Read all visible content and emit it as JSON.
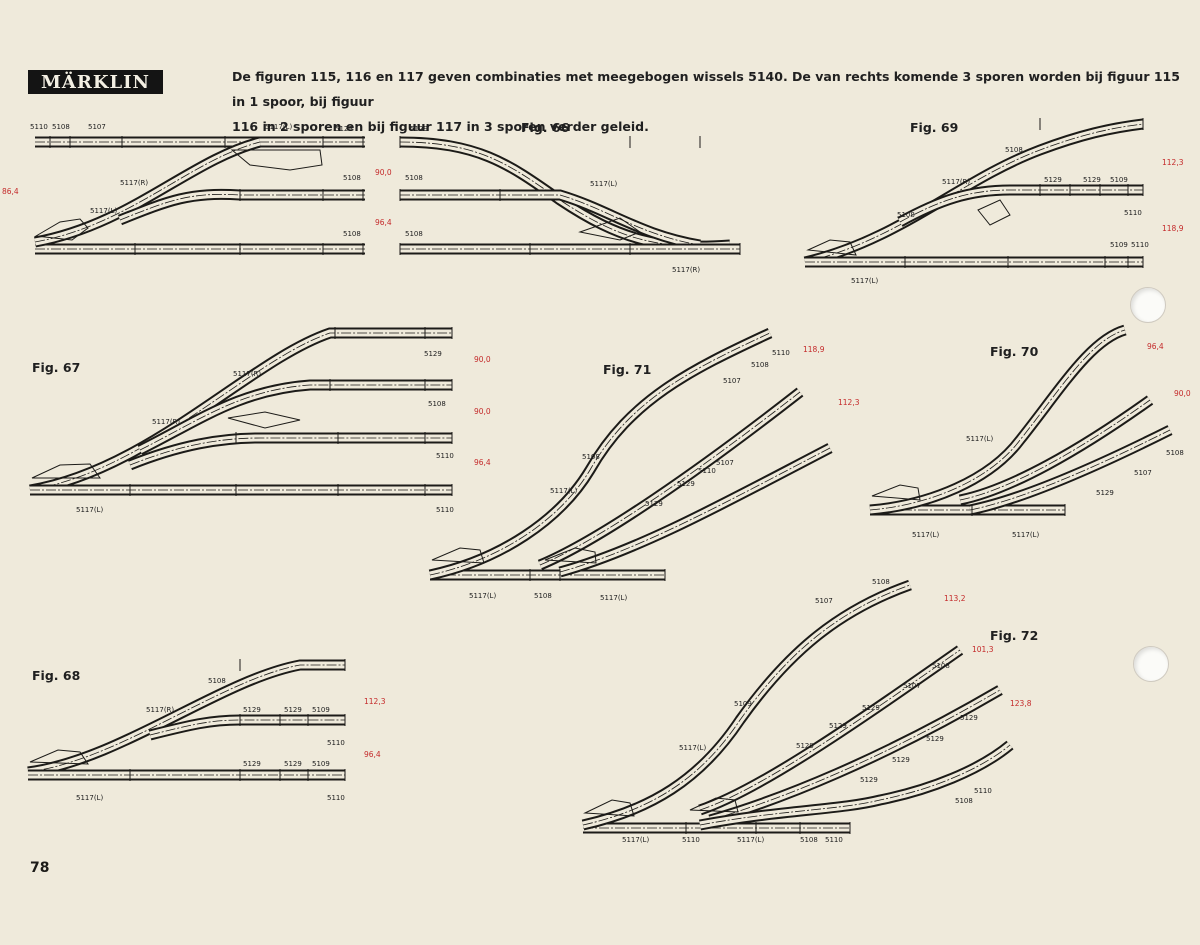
{
  "header": {
    "brand": "MÄRKLIN",
    "intro_line1": "De figuren 115, 116 en 117 geven combinaties met meegebogen wissels 5140. De van rechts komende 3 sporen worden bij figuur 115 in 1 spoor, bij figuur",
    "intro_line2": "116 in 2 sporen en bij figuur 117 in 3 sporen verder geleid."
  },
  "page_number": "78",
  "figures": {
    "fig66": {
      "label": "Fig. 66",
      "parts": [
        "5110",
        "5108",
        "5107",
        "5117(L)",
        "5129",
        "5117(R)",
        "5108",
        "5117(L)",
        "5108",
        "5129",
        "5108",
        "5117(L)",
        "5108",
        "5117(R)"
      ],
      "dims": [
        "86,4",
        "90,0",
        "96,4"
      ]
    },
    "fig67": {
      "label": "Fig. 67",
      "parts": [
        "5117(R)",
        "5129",
        "5117(R)",
        "5108",
        "5110",
        "5117(L)",
        "5110"
      ],
      "dims": [
        "90,0",
        "90,0",
        "96,4"
      ]
    },
    "fig68": {
      "label": "Fig. 68",
      "parts": [
        "5108",
        "5117(R)",
        "5129",
        "5129",
        "5109",
        "5110",
        "5129",
        "5129",
        "5109",
        "5117(L)",
        "5110"
      ],
      "dims": [
        "112,3",
        "96,4"
      ]
    },
    "fig69": {
      "label": "Fig. 69",
      "parts": [
        "5108",
        "5117(R)",
        "5129",
        "5129",
        "5109",
        "5108",
        "5110",
        "5109",
        "5110",
        "5117(L)"
      ],
      "dims": [
        "112,3",
        "118,9"
      ]
    },
    "fig70": {
      "label": "Fig. 70",
      "parts": [
        "5117(L)",
        "5108",
        "5107",
        "5129",
        "5117(L)",
        "5117(L)"
      ],
      "dims": [
        "96,4",
        "90,0"
      ]
    },
    "fig71": {
      "label": "Fig. 71",
      "parts": [
        "5110",
        "5108",
        "5107",
        "5108",
        "5117(L)",
        "5110",
        "5107",
        "5129",
        "5129",
        "5117(L)",
        "5108",
        "5117(L)"
      ],
      "dims": [
        "118,9",
        "112,3"
      ]
    },
    "fig72": {
      "label": "Fig. 72",
      "parts": [
        "5108",
        "5107",
        "5108",
        "5107",
        "5109",
        "5117(L)",
        "5129",
        "5129",
        "5129",
        "5129",
        "5129",
        "5129",
        "5129",
        "5110",
        "5108",
        "5117(L)",
        "5110",
        "5117(L)",
        "5108",
        "5110"
      ],
      "dims": [
        "113,2",
        "101,3",
        "123,8"
      ]
    }
  },
  "colors": {
    "paper": "#efeadb",
    "ink": "#1c1b18",
    "dimension": "#c42a2a"
  }
}
